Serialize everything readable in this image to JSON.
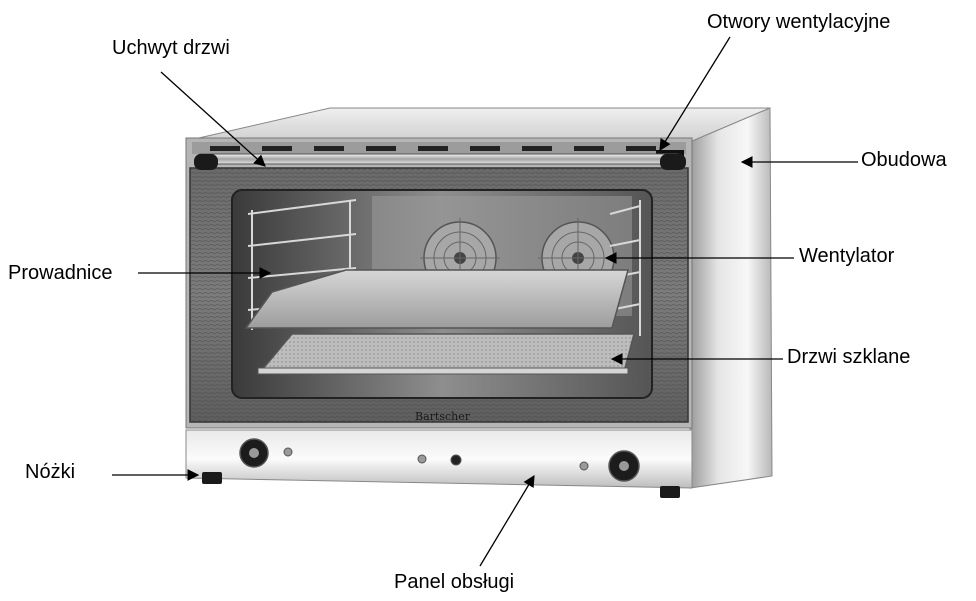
{
  "labels": {
    "door_handle": "Uchwyt drzwi",
    "vents": "Otwory wentylacyjne",
    "housing": "Obudowa",
    "guides": "Prowadnice",
    "fan": "Wentylator",
    "glass_door": "Drzwi szklane",
    "feet": "Nóżki",
    "control_panel": "Panel obsługi"
  },
  "brand": "Bartscher",
  "colors": {
    "steel_light": "#f2f2f2",
    "steel_mid": "#c9c9c9",
    "steel_dark": "#8a8a8a",
    "glass": "#5a5a5a",
    "black": "#111111"
  }
}
